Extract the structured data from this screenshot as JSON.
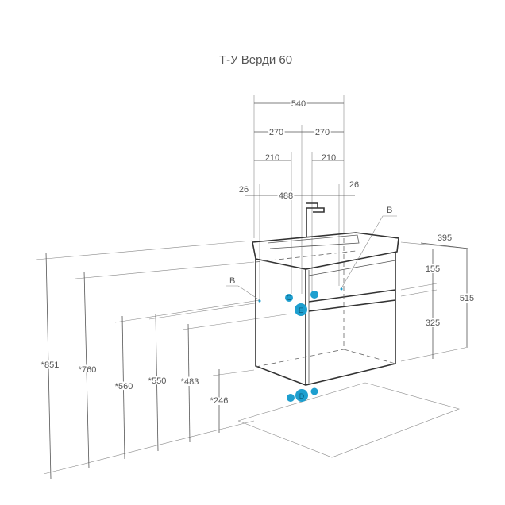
{
  "title": "Т-У Верди 60",
  "dimensions": {
    "width_total": "540",
    "half_left": "270",
    "half_right": "270",
    "offset_left": "210",
    "offset_right": "210",
    "edge_left": "26",
    "inner_width": "488",
    "edge_right": "26",
    "depth": "395",
    "top_height": "155",
    "drawer_height": "325",
    "cabinet_height": "515",
    "h851": "*851",
    "h760": "*760",
    "h560": "*560",
    "h550": "*550",
    "h483": "*483",
    "h246": "*246"
  },
  "markers": {
    "b_left": "B",
    "b_right": "B",
    "c": "C",
    "d": "D",
    "e": "E"
  },
  "colors": {
    "marker": "#1e9fcf",
    "line": "#555555"
  }
}
